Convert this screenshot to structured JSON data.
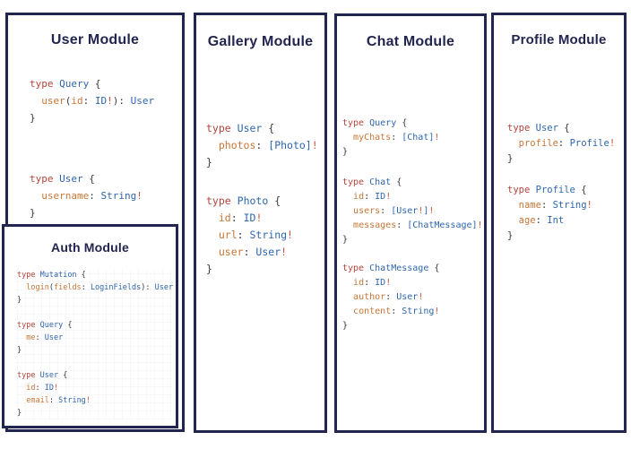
{
  "colors": {
    "ink": "#22254f",
    "keyword": "#b5453c",
    "type": "#2e66ad",
    "field": "#c87637",
    "punct": "#3a3a3a",
    "bang": "#c3563f",
    "paper": "#ffffff"
  },
  "modules": [
    {
      "id": "user",
      "title": "User Module",
      "blocks": [
        [
          [
            {
              "t": "type",
              "c": "k"
            },
            {
              "t": " ",
              "c": "p"
            },
            {
              "t": "Query",
              "c": "t"
            },
            {
              "t": " {",
              "c": "p"
            }
          ],
          [
            {
              "t": "  ",
              "c": "p"
            },
            {
              "t": "user",
              "c": "f"
            },
            {
              "t": "(",
              "c": "p"
            },
            {
              "t": "id",
              "c": "f"
            },
            {
              "t": ": ",
              "c": "p"
            },
            {
              "t": "ID",
              "c": "t"
            },
            {
              "t": "!",
              "c": "b"
            },
            {
              "t": "): ",
              "c": "p"
            },
            {
              "t": "User",
              "c": "t"
            }
          ],
          [
            {
              "t": "}",
              "c": "p"
            }
          ]
        ],
        [
          [
            {
              "t": "type",
              "c": "k"
            },
            {
              "t": " ",
              "c": "p"
            },
            {
              "t": "User",
              "c": "t"
            },
            {
              "t": " {",
              "c": "p"
            }
          ],
          [
            {
              "t": "  ",
              "c": "p"
            },
            {
              "t": "username",
              "c": "f"
            },
            {
              "t": ": ",
              "c": "p"
            },
            {
              "t": "String",
              "c": "t"
            },
            {
              "t": "!",
              "c": "b"
            }
          ],
          [
            {
              "t": "}",
              "c": "p"
            }
          ]
        ]
      ]
    },
    {
      "id": "auth",
      "title": "Auth Module",
      "blocks": [
        [
          [
            {
              "t": "type",
              "c": "k"
            },
            {
              "t": " ",
              "c": "p"
            },
            {
              "t": "Mutation",
              "c": "t"
            },
            {
              "t": " {",
              "c": "p"
            }
          ],
          [
            {
              "t": "  ",
              "c": "p"
            },
            {
              "t": "login",
              "c": "f"
            },
            {
              "t": "(",
              "c": "p"
            },
            {
              "t": "fields",
              "c": "f"
            },
            {
              "t": ": ",
              "c": "p"
            },
            {
              "t": "LoginFields",
              "c": "t"
            },
            {
              "t": "): ",
              "c": "p"
            },
            {
              "t": "User",
              "c": "t"
            }
          ],
          [
            {
              "t": "}",
              "c": "p"
            }
          ],
          [],
          [
            {
              "t": "type",
              "c": "k"
            },
            {
              "t": " ",
              "c": "p"
            },
            {
              "t": "Query",
              "c": "t"
            },
            {
              "t": " {",
              "c": "p"
            }
          ],
          [
            {
              "t": "  ",
              "c": "p"
            },
            {
              "t": "me",
              "c": "f"
            },
            {
              "t": ": ",
              "c": "p"
            },
            {
              "t": "User",
              "c": "t"
            }
          ],
          [
            {
              "t": "}",
              "c": "p"
            }
          ],
          [],
          [
            {
              "t": "type",
              "c": "k"
            },
            {
              "t": " ",
              "c": "p"
            },
            {
              "t": "User",
              "c": "t"
            },
            {
              "t": " {",
              "c": "p"
            }
          ],
          [
            {
              "t": "  ",
              "c": "p"
            },
            {
              "t": "id",
              "c": "f"
            },
            {
              "t": ": ",
              "c": "p"
            },
            {
              "t": "ID",
              "c": "t"
            },
            {
              "t": "!",
              "c": "b"
            }
          ],
          [
            {
              "t": "  ",
              "c": "p"
            },
            {
              "t": "email",
              "c": "f"
            },
            {
              "t": ": ",
              "c": "p"
            },
            {
              "t": "String",
              "c": "t"
            },
            {
              "t": "!",
              "c": "b"
            }
          ],
          [
            {
              "t": "}",
              "c": "p"
            }
          ]
        ]
      ]
    },
    {
      "id": "gallery",
      "title": "Gallery Module",
      "blocks": [
        [
          [
            {
              "t": "type",
              "c": "k"
            },
            {
              "t": " ",
              "c": "p"
            },
            {
              "t": "User",
              "c": "t"
            },
            {
              "t": " {",
              "c": "p"
            }
          ],
          [
            {
              "t": "  ",
              "c": "p"
            },
            {
              "t": "photos",
              "c": "f"
            },
            {
              "t": ": ",
              "c": "p"
            },
            {
              "t": "[Photo]",
              "c": "t"
            },
            {
              "t": "!",
              "c": "b"
            }
          ],
          [
            {
              "t": "}",
              "c": "p"
            }
          ]
        ],
        [
          [
            {
              "t": "type",
              "c": "k"
            },
            {
              "t": " ",
              "c": "p"
            },
            {
              "t": "Photo",
              "c": "t"
            },
            {
              "t": " {",
              "c": "p"
            }
          ],
          [
            {
              "t": "  ",
              "c": "p"
            },
            {
              "t": "id",
              "c": "f"
            },
            {
              "t": ": ",
              "c": "p"
            },
            {
              "t": "ID",
              "c": "t"
            },
            {
              "t": "!",
              "c": "b"
            }
          ],
          [
            {
              "t": "  ",
              "c": "p"
            },
            {
              "t": "url",
              "c": "f"
            },
            {
              "t": ": ",
              "c": "p"
            },
            {
              "t": "String",
              "c": "t"
            },
            {
              "t": "!",
              "c": "b"
            }
          ],
          [
            {
              "t": "  ",
              "c": "p"
            },
            {
              "t": "user",
              "c": "f"
            },
            {
              "t": ": ",
              "c": "p"
            },
            {
              "t": "User",
              "c": "t"
            },
            {
              "t": "!",
              "c": "b"
            }
          ],
          [
            {
              "t": "}",
              "c": "p"
            }
          ]
        ]
      ]
    },
    {
      "id": "chat",
      "title": "Chat Module",
      "blocks": [
        [
          [
            {
              "t": "type",
              "c": "k"
            },
            {
              "t": " ",
              "c": "p"
            },
            {
              "t": "Query",
              "c": "t"
            },
            {
              "t": " {",
              "c": "p"
            }
          ],
          [
            {
              "t": "  ",
              "c": "p"
            },
            {
              "t": "myChats",
              "c": "f"
            },
            {
              "t": ": ",
              "c": "p"
            },
            {
              "t": "[Chat]",
              "c": "t"
            },
            {
              "t": "!",
              "c": "b"
            }
          ],
          [
            {
              "t": "}",
              "c": "p"
            }
          ]
        ],
        [
          [
            {
              "t": "type",
              "c": "k"
            },
            {
              "t": " ",
              "c": "p"
            },
            {
              "t": "Chat",
              "c": "t"
            },
            {
              "t": " {",
              "c": "p"
            }
          ],
          [
            {
              "t": "  ",
              "c": "p"
            },
            {
              "t": "id",
              "c": "f"
            },
            {
              "t": ": ",
              "c": "p"
            },
            {
              "t": "ID",
              "c": "t"
            },
            {
              "t": "!",
              "c": "b"
            }
          ],
          [
            {
              "t": "  ",
              "c": "p"
            },
            {
              "t": "users",
              "c": "f"
            },
            {
              "t": ": ",
              "c": "p"
            },
            {
              "t": "[User",
              "c": "t"
            },
            {
              "t": "!",
              "c": "b"
            },
            {
              "t": "]",
              "c": "t"
            },
            {
              "t": "!",
              "c": "b"
            }
          ],
          [
            {
              "t": "  ",
              "c": "p"
            },
            {
              "t": "messages",
              "c": "f"
            },
            {
              "t": ": ",
              "c": "p"
            },
            {
              "t": "[ChatMessage]",
              "c": "t"
            },
            {
              "t": "!",
              "c": "b"
            }
          ],
          [
            {
              "t": "}",
              "c": "p"
            }
          ]
        ],
        [
          [
            {
              "t": "type",
              "c": "k"
            },
            {
              "t": " ",
              "c": "p"
            },
            {
              "t": "ChatMessage",
              "c": "t"
            },
            {
              "t": " {",
              "c": "p"
            }
          ],
          [
            {
              "t": "  ",
              "c": "p"
            },
            {
              "t": "id",
              "c": "f"
            },
            {
              "t": ": ",
              "c": "p"
            },
            {
              "t": "ID",
              "c": "t"
            },
            {
              "t": "!",
              "c": "b"
            }
          ],
          [
            {
              "t": "  ",
              "c": "p"
            },
            {
              "t": "author",
              "c": "f"
            },
            {
              "t": ": ",
              "c": "p"
            },
            {
              "t": "User",
              "c": "t"
            },
            {
              "t": "!",
              "c": "b"
            }
          ],
          [
            {
              "t": "  ",
              "c": "p"
            },
            {
              "t": "content",
              "c": "f"
            },
            {
              "t": ": ",
              "c": "p"
            },
            {
              "t": "String",
              "c": "t"
            },
            {
              "t": "!",
              "c": "b"
            }
          ],
          [
            {
              "t": "}",
              "c": "p"
            }
          ]
        ]
      ]
    },
    {
      "id": "profile",
      "title": "Profile Module",
      "blocks": [
        [
          [
            {
              "t": "type",
              "c": "k"
            },
            {
              "t": " ",
              "c": "p"
            },
            {
              "t": "User",
              "c": "t"
            },
            {
              "t": " {",
              "c": "p"
            }
          ],
          [
            {
              "t": "  ",
              "c": "p"
            },
            {
              "t": "profile",
              "c": "f"
            },
            {
              "t": ": ",
              "c": "p"
            },
            {
              "t": "Profile",
              "c": "t"
            },
            {
              "t": "!",
              "c": "b"
            }
          ],
          [
            {
              "t": "}",
              "c": "p"
            }
          ]
        ],
        [
          [
            {
              "t": "type",
              "c": "k"
            },
            {
              "t": " ",
              "c": "p"
            },
            {
              "t": "Profile",
              "c": "t"
            },
            {
              "t": " {",
              "c": "p"
            }
          ],
          [
            {
              "t": "  ",
              "c": "p"
            },
            {
              "t": "name",
              "c": "f"
            },
            {
              "t": ": ",
              "c": "p"
            },
            {
              "t": "String",
              "c": "t"
            },
            {
              "t": "!",
              "c": "b"
            }
          ],
          [
            {
              "t": "  ",
              "c": "p"
            },
            {
              "t": "age",
              "c": "f"
            },
            {
              "t": ": ",
              "c": "p"
            },
            {
              "t": "Int",
              "c": "t"
            }
          ],
          [
            {
              "t": "}",
              "c": "p"
            }
          ]
        ]
      ]
    }
  ]
}
